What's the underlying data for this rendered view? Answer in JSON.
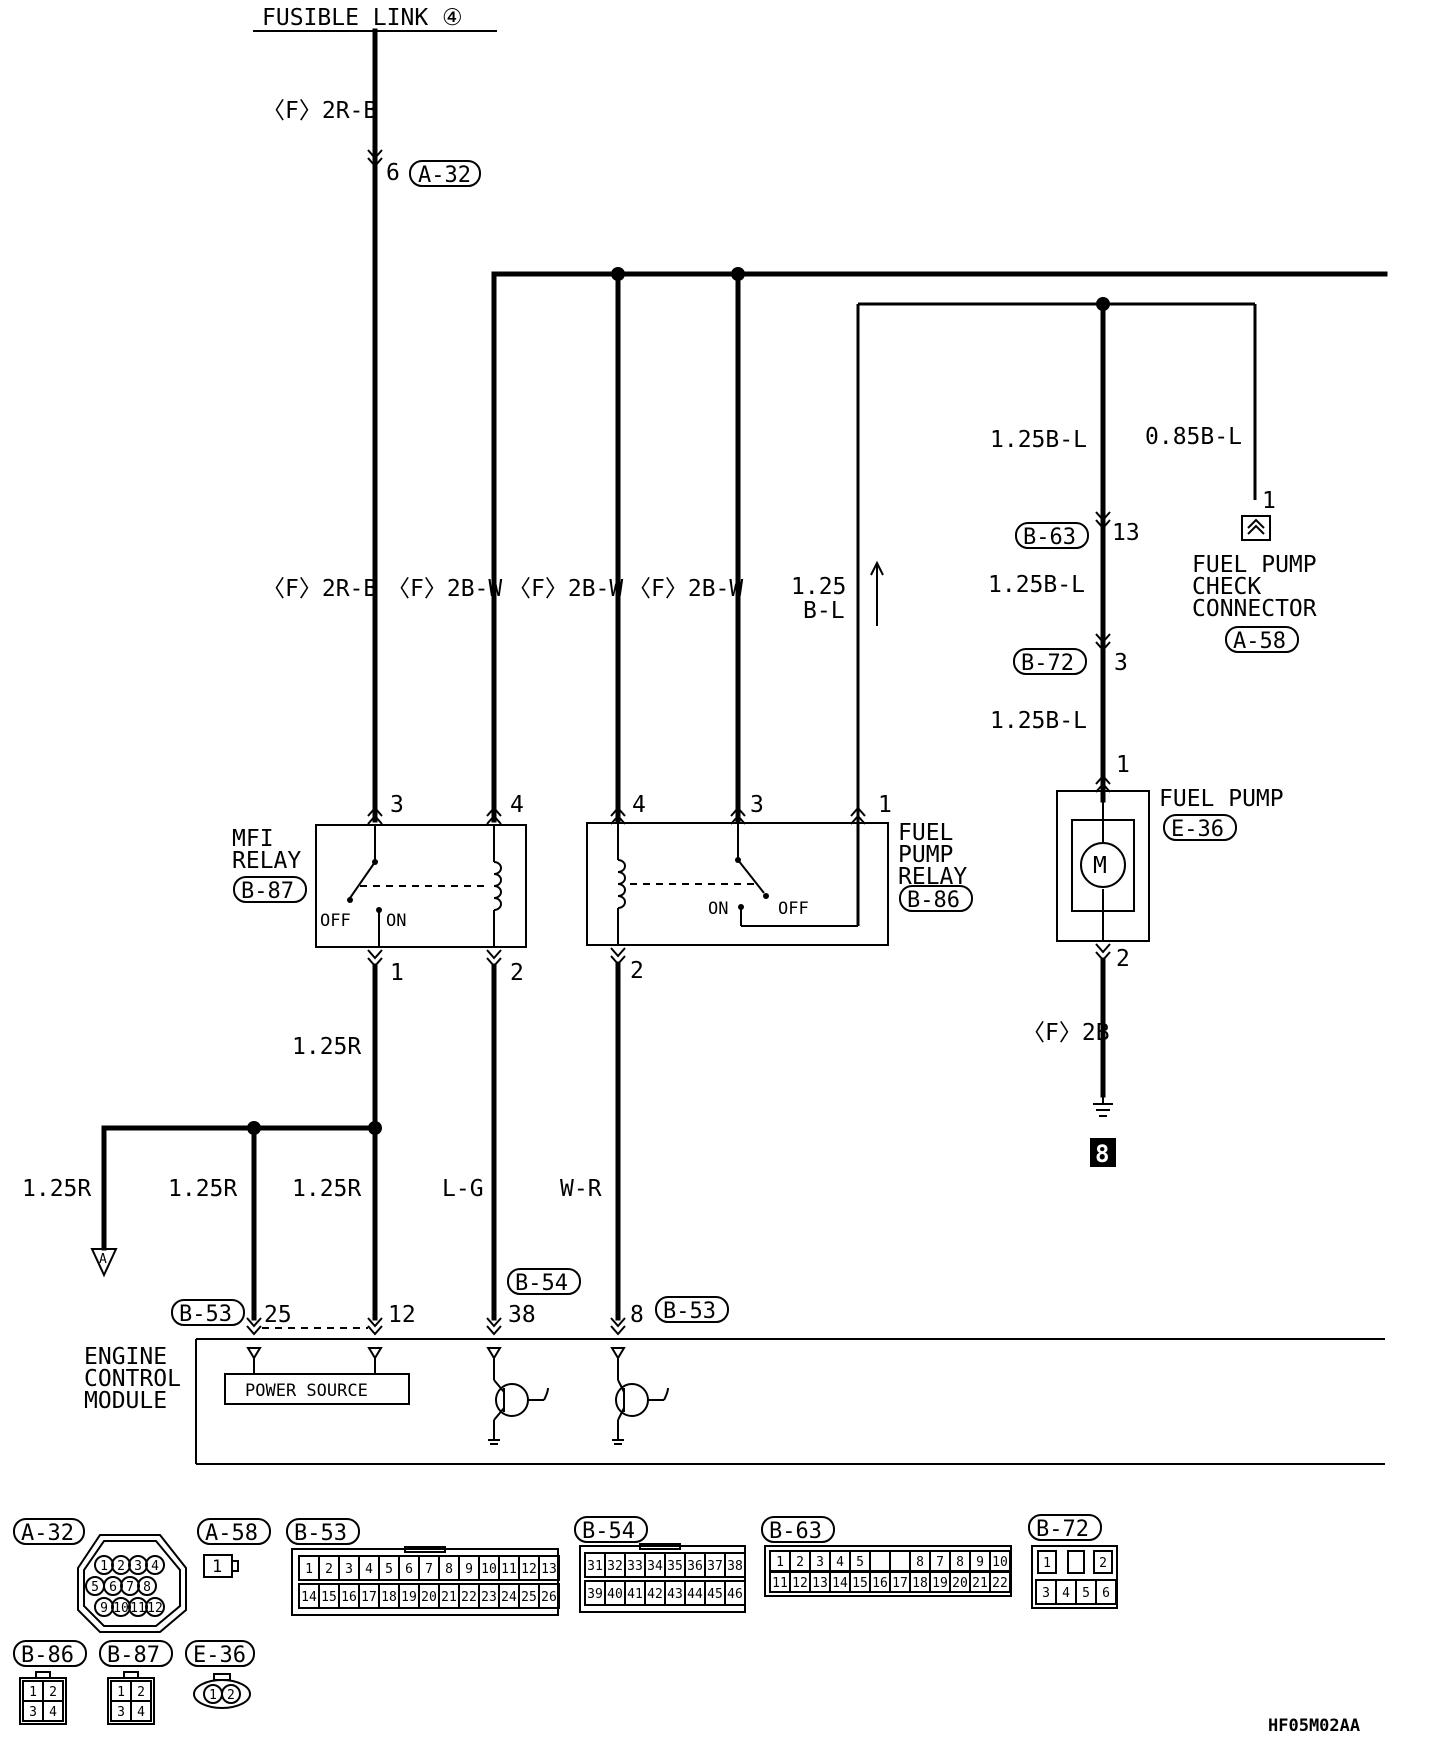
{
  "diagram_code": "HF05M02AA",
  "fusible_link": "FUSIBLE LINK ④",
  "wire_labels": {
    "top_2rb": "〈F〉2R-B",
    "mid_2rb": "〈F〉2R-B",
    "bw1": "〈F〉2B-W",
    "bw2": "〈F〉2B-W",
    "bw3": "〈F〉2B-W",
    "bl_125_line1": "1.25",
    "bl_125_line2": "B-L",
    "pump_feed_top": "1.25B-L",
    "pump_feed_mid": "1.25B-L",
    "pump_feed_low": "1.25B-L",
    "check_wire": "0.85B-L",
    "relay_out": "1.25R",
    "ecm_r_a": "1.25R",
    "ecm_r_25": "1.25R",
    "ecm_r_12": "1.25R",
    "lg": "L-G",
    "wr": "W-R",
    "ground_wire": "〈F〉2B"
  },
  "connectors": {
    "a32": "A-32",
    "a58": "A-58",
    "b53": "B-53",
    "b54": "B-54",
    "b63": "B-63",
    "b72": "B-72",
    "b86": "B-86",
    "b87": "B-87",
    "e36": "E-36"
  },
  "pins": {
    "a32_pin": "6",
    "mfi_3": "3",
    "mfi_4": "4",
    "mfi_1": "1",
    "mfi_2": "2",
    "fp_4": "4",
    "fp_3": "3",
    "fp_1": "1",
    "fp_2": "2",
    "b63_pin": "13",
    "b72_pin": "3",
    "check_pin": "1",
    "pump_1": "1",
    "pump_2": "2",
    "ecm_25": "25",
    "ecm_12": "12",
    "ecm_38": "38",
    "ecm_8": "8"
  },
  "components": {
    "mfi_relay_1": "MFI",
    "mfi_relay_2": "RELAY",
    "fp_relay_1": "FUEL",
    "fp_relay_2": "PUMP",
    "fp_relay_3": "RELAY",
    "check_1": "FUEL PUMP",
    "check_2": "CHECK",
    "check_3": "CONNECTOR",
    "pump": "FUEL PUMP",
    "ecm_1": "ENGINE",
    "ecm_2": "CONTROL",
    "ecm_3": "MODULE",
    "power_source": "POWER SOURCE",
    "off": "OFF",
    "on": "ON",
    "ground_ref": "8",
    "arrow_ref": "A"
  },
  "pinouts": {
    "a32": [
      "1",
      "2",
      "3",
      "4",
      "5",
      "6",
      "7",
      "8",
      "9",
      "10",
      "11",
      "12"
    ],
    "a58": [
      "1"
    ],
    "b53_top": [
      "1",
      "2",
      "3",
      "4",
      "5",
      "6",
      "7",
      "8",
      "9",
      "10",
      "11",
      "12",
      "13"
    ],
    "b53_bot": [
      "14",
      "15",
      "16",
      "17",
      "18",
      "19",
      "20",
      "21",
      "22",
      "23",
      "24",
      "25",
      "26"
    ],
    "b54_top": [
      "31",
      "32",
      "33",
      "34",
      "35",
      "36",
      "37",
      "38"
    ],
    "b54_bot": [
      "39",
      "40",
      "41",
      "42",
      "43",
      "44",
      "45",
      "46"
    ],
    "b63_top": [
      "1",
      "2",
      "3",
      "4",
      "5",
      "",
      "",
      "8",
      "7",
      "8",
      "9",
      "10"
    ],
    "b63_bot": [
      "11",
      "12",
      "13",
      "14",
      "15",
      "16",
      "17",
      "18",
      "19",
      "20",
      "21",
      "22"
    ],
    "b72_top": [
      "1",
      "",
      "2"
    ],
    "b72_bot": [
      "3",
      "4",
      "5",
      "6"
    ],
    "b86": [
      "1",
      "2",
      "3",
      "4"
    ],
    "b87": [
      "1",
      "2",
      "3",
      "4"
    ],
    "e36": [
      "1",
      "2"
    ]
  }
}
